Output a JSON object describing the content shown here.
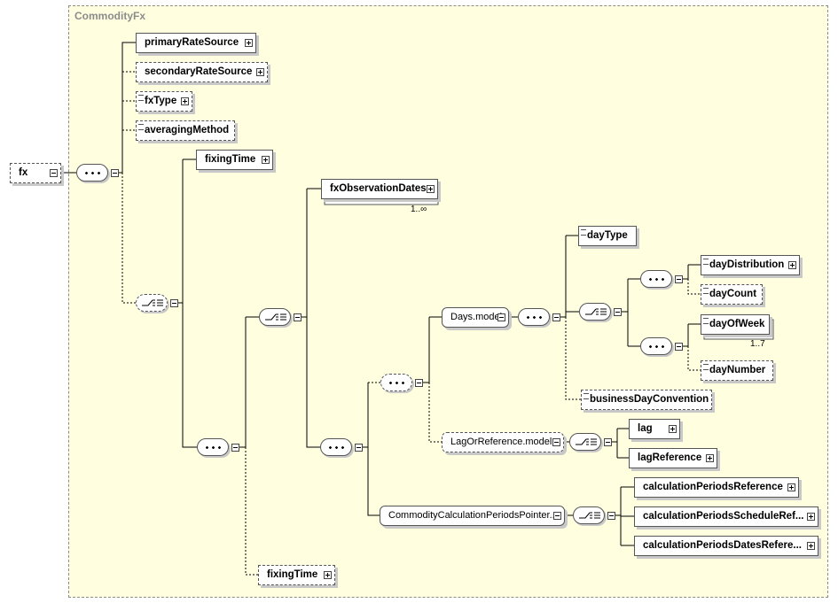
{
  "diagram": {
    "group_title": "CommodityFx",
    "root": "fx",
    "elements": {
      "primaryRateSource": "primaryRateSource",
      "secondaryRateSource": "secondaryRateSource",
      "fxType": "fxType",
      "averagingMethod": "averagingMethod",
      "fixingTime": "fixingTime",
      "fxObservationDates": "fxObservationDates",
      "fxObservationDates_card": "1..∞",
      "dayType": "dayType",
      "dayDistribution": "dayDistribution",
      "dayCount": "dayCount",
      "dayOfWeek": "dayOfWeek",
      "dayOfWeek_card": "1..7",
      "dayNumber": "dayNumber",
      "businessDayConvention": "businessDayConvention",
      "lag": "lag",
      "lagReference": "lagReference",
      "calculationPeriodsReference": "calculationPeriodsReference",
      "calculationPeriodsScheduleReference": "calculationPeriodsScheduleRef...",
      "calculationPeriodsDatesReference": "calculationPeriodsDatesRefere...",
      "fixingTime2": "fixingTime"
    },
    "groups": {
      "days_model": "Days.model",
      "lag_or_reference_model": "LagOrReference.model",
      "commodity_calc_periods_pointers": "CommodityCalculationPeriodsPointer..."
    },
    "colors": {
      "background": "#ffffe0",
      "border": "#555555",
      "title": "#8c8c8c"
    }
  }
}
